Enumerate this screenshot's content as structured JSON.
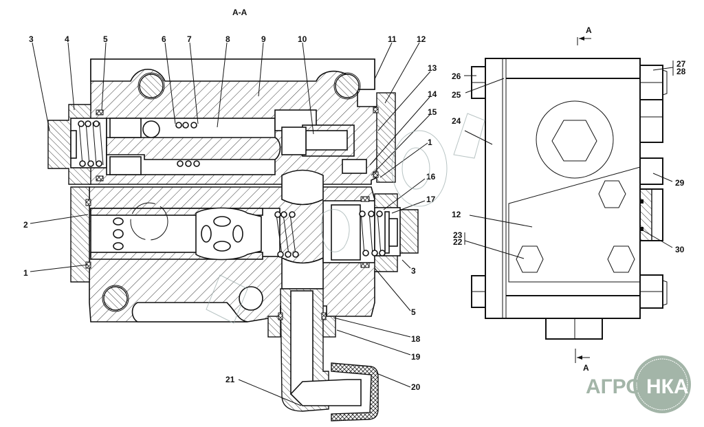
{
  "drawing": {
    "section_title": "А-А",
    "section_marker_letter": "А",
    "section_view_callouts": [
      "1",
      "2",
      "3",
      "4",
      "5",
      "6",
      "7",
      "8",
      "9",
      "10",
      "11",
      "12",
      "13",
      "14",
      "15",
      "16",
      "17",
      "18",
      "19",
      "20",
      "21"
    ],
    "side_view_callouts": [
      "12",
      "22",
      "23",
      "24",
      "25",
      "26",
      "27",
      "28",
      "29",
      "30"
    ],
    "labels": {
      "c3_top": "3",
      "c4": "4",
      "c5_top": "5",
      "c6": "6",
      "c7": "7",
      "c8": "8",
      "c9": "9",
      "c10": "10",
      "c11": "11",
      "c12_top": "12",
      "c13": "13",
      "c14": "14",
      "c15": "15",
      "c1_right": "1",
      "c16": "16",
      "c17": "17",
      "c2": "2",
      "c1_left": "1",
      "c3_right": "3",
      "c5_right": "5",
      "c18": "18",
      "c19": "19",
      "c20": "20",
      "c21": "21",
      "c26": "26",
      "c25": "25",
      "c24": "24",
      "c27": "27",
      "c28": "28",
      "c29": "29",
      "c12_side": "12",
      "c23": "23",
      "c22": "22",
      "c30": "30"
    }
  },
  "watermark": {
    "logo_left": "АГРО",
    "logo_right": "НКА",
    "color": "#a3b5a8"
  }
}
